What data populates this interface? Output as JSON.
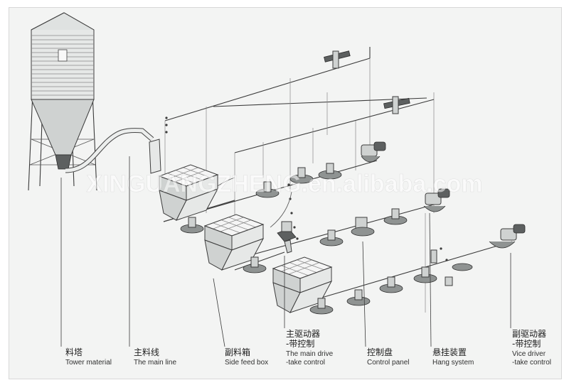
{
  "watermark": "XINGUANGZHENG.en.alibaba.com",
  "labels": [
    {
      "cn": "料塔",
      "en": "Tower material"
    },
    {
      "cn": "主料线",
      "en": "The main line"
    },
    {
      "cn": "副料箱",
      "en": "Side feed box"
    },
    {
      "cn": "主驱动器",
      "cn2": "-带控制",
      "en": "The main drive",
      "en2": "-take control"
    },
    {
      "cn": "控制盘",
      "en": "Control panel"
    },
    {
      "cn": "悬挂装置",
      "en": "Hang system"
    },
    {
      "cn": "副驱动器",
      "cn2": "-带控制",
      "en": "Vice driver",
      "en2": "-take control"
    }
  ],
  "colors": {
    "background": "#f3f4f3",
    "line": "#3a3a3a",
    "metal": "#cfd2d1"
  }
}
